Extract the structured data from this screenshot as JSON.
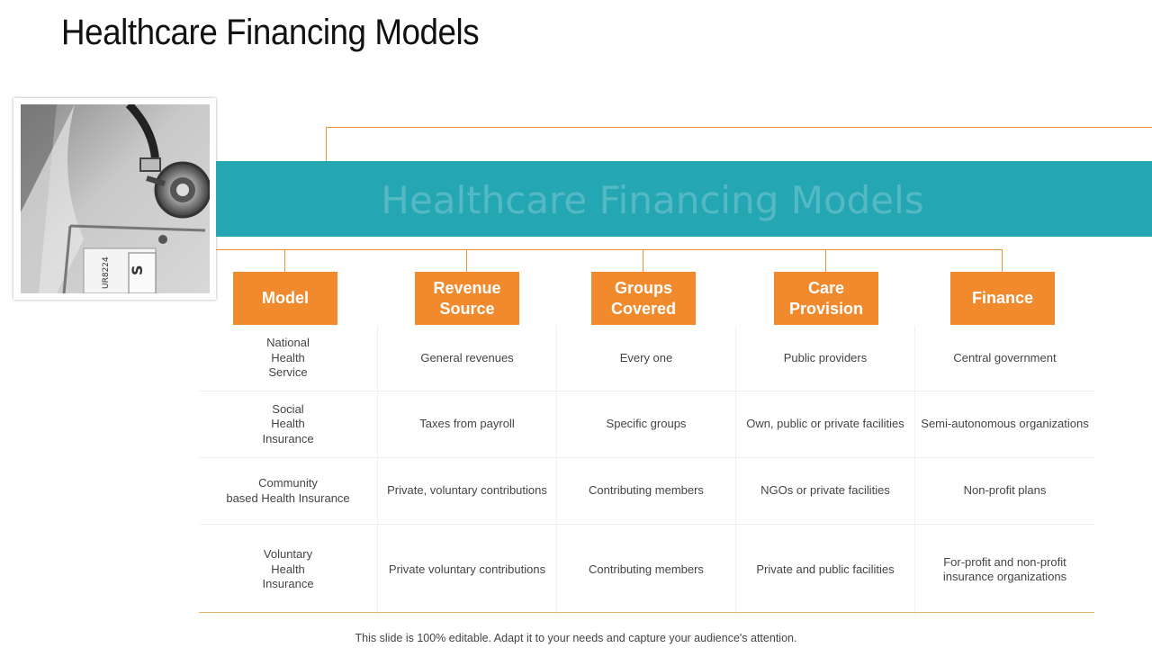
{
  "slide": {
    "title": "Healthcare Financing Models",
    "banner_text": "Healthcare Financing Models",
    "footnote": "This slide is 100% editable. Adapt it to your needs and capture your audience's attention."
  },
  "photo": {
    "label_text": "UR8224",
    "box_letter": "S"
  },
  "colors": {
    "accent_orange": "#f08a2c",
    "banner_teal": "#24a6b3"
  },
  "headers": [
    "Model",
    "Revenue\nSource",
    "Groups\nCovered",
    "Care\nProvision",
    "Finance"
  ],
  "rows": [
    [
      "National\nHealth\nService",
      "General revenues",
      "Every one",
      "Public providers",
      "Central government"
    ],
    [
      "Social\nHealth\nInsurance",
      "Taxes from payroll",
      "Specific groups",
      "Own, public or private facilities",
      "Semi-autonomous organizations"
    ],
    [
      "Community\nbased Health Insurance",
      "Private, voluntary contributions",
      "Contributing members",
      "NGOs or private facilities",
      "Non-profit plans"
    ],
    [
      "Voluntary\nHealth\nInsurance",
      "Private voluntary contributions",
      "Contributing members",
      "Private and public facilities",
      "For-profit and non-profit\ninsurance organizations"
    ]
  ]
}
